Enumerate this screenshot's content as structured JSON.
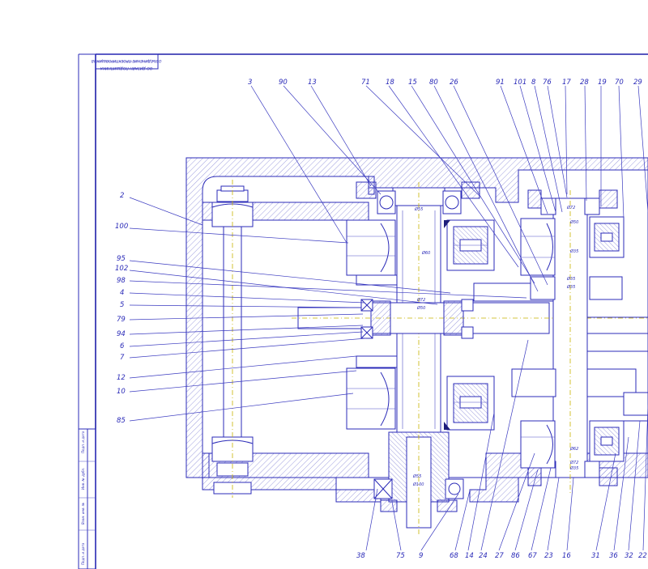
{
  "stamp": {
    "line1": "ОБЪЕДИНЕНИЕ ПРОЕКТИРОВЩИКОВ",
    "line2": "ОО ДИЗАЙН ПОДШИПНИКА"
  },
  "side_cells": [
    "Подп. и дата",
    "Инв. № дубл.",
    "Взам. инв. №",
    "Подп. и дата"
  ],
  "labels_top": [
    "3",
    "90",
    "13",
    "71",
    "18",
    "15",
    "80",
    "26",
    "91",
    "101",
    "8",
    "76",
    "17",
    "28",
    "19",
    "70",
    "29"
  ],
  "labels_left": [
    "2",
    "100",
    "95",
    "102",
    "98",
    "4",
    "5",
    "79",
    "94",
    "6",
    "7",
    "12",
    "10",
    "85"
  ],
  "labels_bottom": [
    "38",
    "75",
    "9",
    "68",
    "14",
    "24",
    "27",
    "86",
    "67",
    "23",
    "16",
    "31",
    "36",
    "32",
    "22"
  ],
  "dimensions": [
    "Ø55",
    "Ø60",
    "Ø72",
    "Ø50",
    "Ø72",
    "Ø50",
    "Ø35",
    "Ø35",
    "Ø35",
    "Ø55",
    "Ø100",
    "Ø72",
    "Ø35",
    "Ø62"
  ],
  "colors": {
    "line": "#2b2bb8",
    "axis": "#c8b400",
    "paper": "#ffffff"
  }
}
